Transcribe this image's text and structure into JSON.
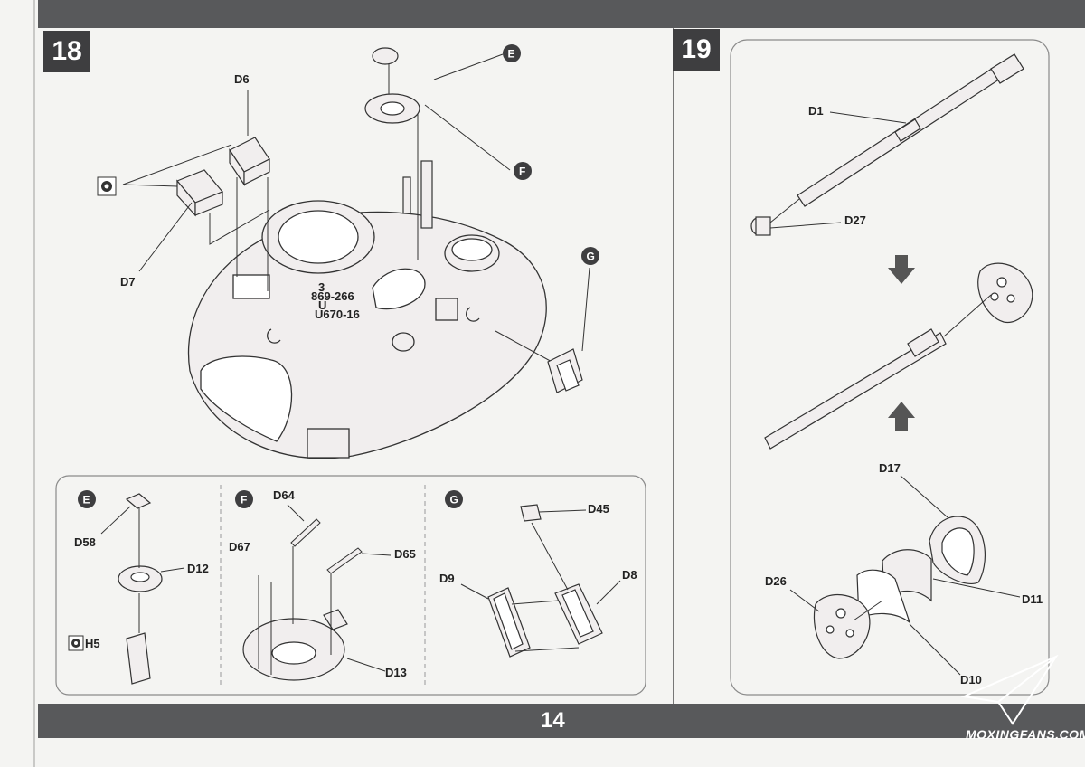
{
  "page_number": "14",
  "step18": {
    "number": "18",
    "labels": {
      "d6": "D6",
      "d7": "D7",
      "e": "E",
      "f": "F",
      "g": "G"
    },
    "hull_markings": [
      "3",
      "869-266",
      "U",
      "U670-16"
    ],
    "sub_e": {
      "title": "E",
      "d58": "D58",
      "d12": "D12",
      "h5": "H5"
    },
    "sub_f": {
      "title": "F",
      "d64": "D64",
      "d67": "D67",
      "d65": "D65",
      "d13": "D13"
    },
    "sub_g": {
      "title": "G",
      "d45": "D45",
      "d9": "D9",
      "d8": "D8"
    }
  },
  "step19": {
    "number": "19",
    "labels": {
      "d1": "D1",
      "d27": "D27",
      "d17": "D17",
      "d26": "D26",
      "d11": "D11",
      "d10": "D10"
    }
  },
  "watermark": "MOXINGFANS.COM",
  "colors": {
    "bar": "#58595b",
    "step_box": "#3e3e40",
    "part_fill": "#f1eeee",
    "line": "#333333"
  },
  "icons": [
    "glue-icon",
    "arrow-down-icon",
    "arrow-up-icon"
  ]
}
